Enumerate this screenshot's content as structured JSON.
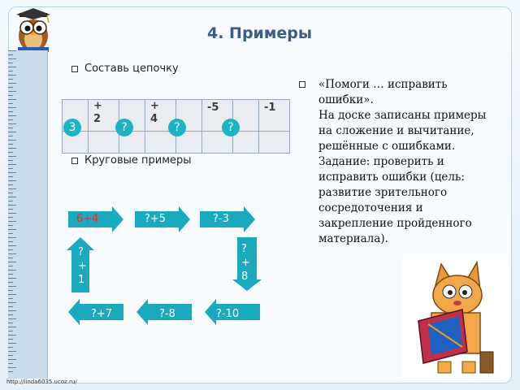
{
  "title": "4. Примеры",
  "bullets": {
    "chain": "Составь цепочку",
    "circular": "Круговые примеры"
  },
  "chain_grid": {
    "ops": [
      "+ 2",
      "+ 4",
      "-5",
      "-1"
    ],
    "circles": [
      "3",
      "?",
      "?",
      "?"
    ]
  },
  "circular_examples": {
    "top": [
      "6+4",
      "?+5",
      "?-3"
    ],
    "right": "?+8",
    "bottom": [
      "?-10",
      "?-8",
      "?+7"
    ],
    "left": "?+1"
  },
  "right_text": {
    "heading": "«Помоги … исправить ошибки».",
    "para1": "  На доске записаны примеры на сложение и вычитание, решённые с ошибками.",
    "para2": "  Задание: проверить и исправить ошибки (цель: развитие зрительного сосредоточения и закрепление пройденного материала)."
  },
  "footer_url": "http://linda6035.ucoz.ru/",
  "colors": {
    "title": "#3b5a86",
    "arrow": "#1aa9bd",
    "circle": "#1db3c4",
    "highlight_text": "#ff2020"
  }
}
